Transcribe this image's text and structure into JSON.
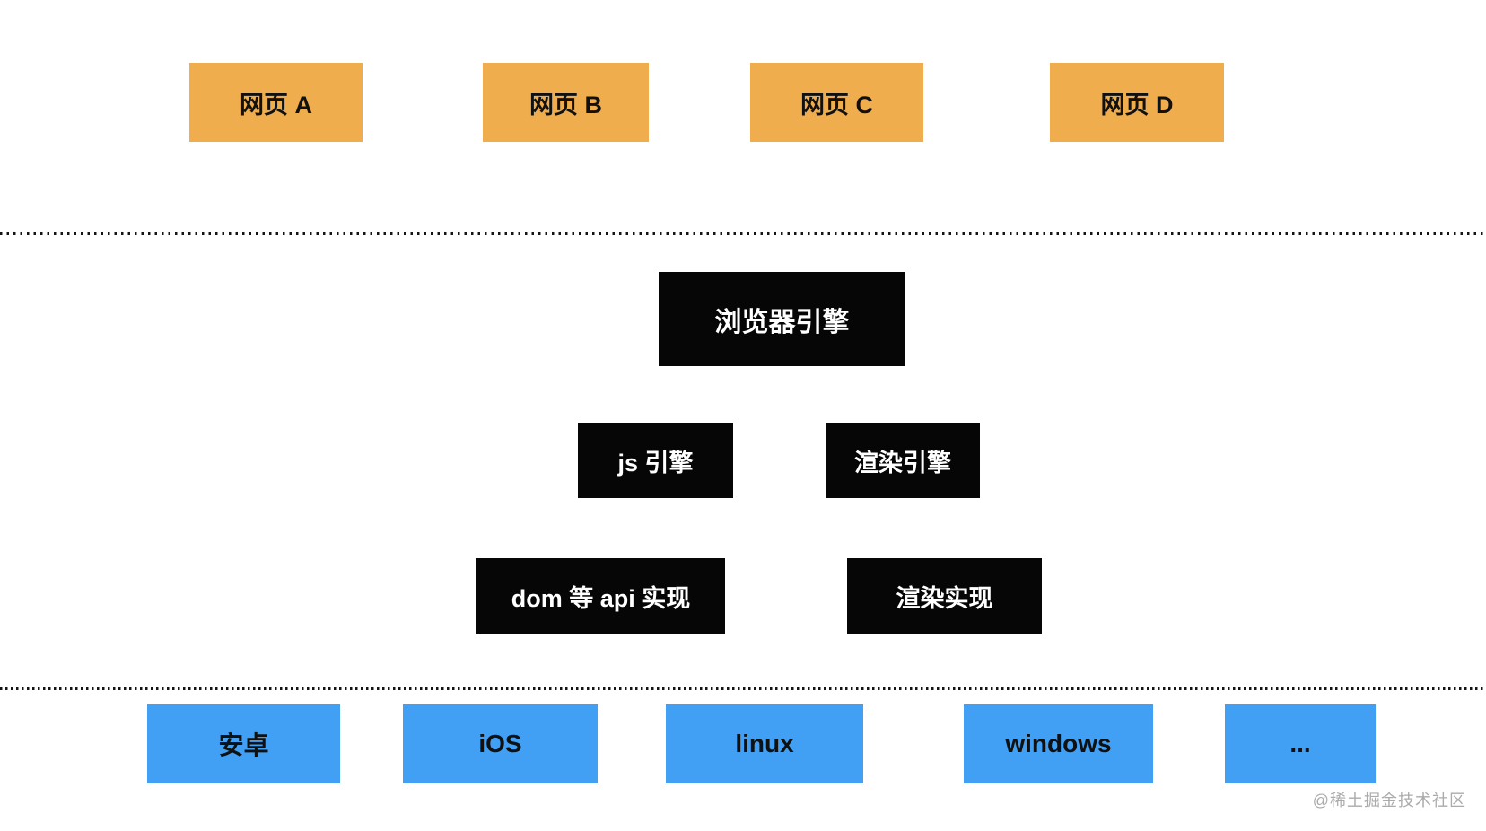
{
  "diagram": {
    "pages": [
      {
        "label": "网页 A"
      },
      {
        "label": "网页 B"
      },
      {
        "label": "网页 C"
      },
      {
        "label": "网页 D"
      }
    ],
    "browser_engine": {
      "label": "浏览器引擎"
    },
    "engines": [
      {
        "label": "js 引擎"
      },
      {
        "label": "渲染引擎"
      }
    ],
    "implementations": [
      {
        "label": "dom 等 api 实现"
      },
      {
        "label": "渲染实现"
      }
    ],
    "platforms": [
      {
        "label": "安卓"
      },
      {
        "label": "iOS"
      },
      {
        "label": "linux"
      },
      {
        "label": "windows"
      },
      {
        "label": "..."
      }
    ],
    "watermark": "@稀土掘金技术社区",
    "colors": {
      "page_box": "#efad4e",
      "engine_box": "#060606",
      "platform_box": "#41a0f3",
      "divider": "#141414",
      "watermark_text": "#ababab"
    }
  }
}
